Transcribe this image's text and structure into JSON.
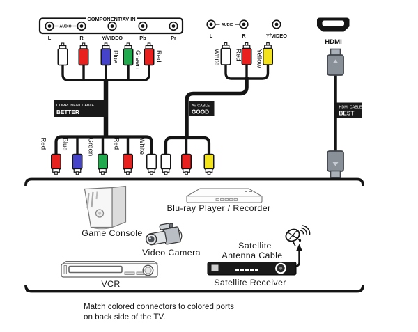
{
  "colors": {
    "red": "#e8211f",
    "blue": "#4443c9",
    "green": "#21a94d",
    "yellow": "#f2e31d",
    "white": "#ffffff",
    "hdmi_gray": "#8a9098",
    "label_box_bg": "#1a1a1a",
    "label_text": "#ffffff"
  },
  "component_panel": {
    "title": "COMPONENT/AV IN",
    "audio": "AUDIO",
    "jack_labels": [
      "L",
      "R",
      "Y/VIDEO",
      "Pb",
      "Pr"
    ]
  },
  "av_panel": {
    "audio": "AUDIO",
    "jack_labels": [
      "L",
      "R",
      "Y/VIDEO"
    ]
  },
  "hdmi_port_label": "HDMI",
  "component_cable": {
    "label": "COMPONENT CABLE",
    "rating": "BETTER",
    "top_connector_labels": [
      "Blue",
      "Green",
      "Red"
    ],
    "bottom_connector_labels": [
      "Red",
      "Blue",
      "Green",
      "Red",
      "White"
    ]
  },
  "av_cable": {
    "label": "AV CABLE",
    "rating": "GOOD",
    "top_connector_labels": [
      "White",
      "Red",
      "Yellow"
    ]
  },
  "hdmi_cable": {
    "label": "HDMI CABLE",
    "rating": "BEST"
  },
  "devices": {
    "game_console": "Game Console",
    "bluray": "Blu-ray Player / Recorder",
    "video_camera": "Video Camera",
    "vcr": "VCR",
    "satellite_antenna_line1": "Satellite",
    "satellite_antenna_line2": "Antenna Cable",
    "satellite_receiver": "Satellite Receiver"
  },
  "note": {
    "line1": "Match colored connectors to colored ports",
    "line2": "on back side of the TV."
  }
}
